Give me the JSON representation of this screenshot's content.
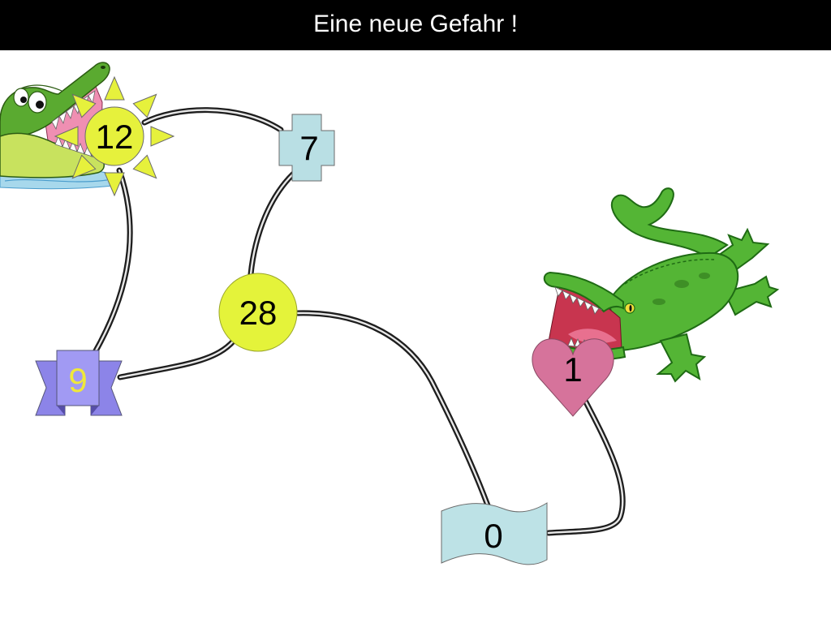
{
  "header": {
    "title": "Eine neue Gefahr !"
  },
  "nodes": {
    "sun": {
      "label": "12"
    },
    "cross": {
      "label": "7"
    },
    "circle": {
      "label": "28"
    },
    "ribbon": {
      "label": "9"
    },
    "heart": {
      "label": "1"
    },
    "flag": {
      "label": "0"
    }
  },
  "colors": {
    "header_background": "#000000",
    "title_text": "#ffffff",
    "sun_fill": "#e6f13c",
    "cross_fill": "#b9dfe4",
    "circle_fill": "#e4f33a",
    "ribbon_fill": "#a19af3",
    "ribbon_label": "#efe83a",
    "heart_fill": "#d6739b",
    "flag_fill": "#bde2e6",
    "rope": "#1e1e1e",
    "crocodile_green": "#5aaa30",
    "alligator_green": "#54b535"
  },
  "icons": {
    "top_left_picture": "crocodile-icon",
    "right_picture": "alligator-icon",
    "node_12_shape": "sun-icon",
    "node_7_shape": "cross-icon",
    "node_28_shape": "circle-icon",
    "node_9_shape": "ribbon-icon",
    "node_1_shape": "heart-icon",
    "node_0_shape": "flag-icon"
  }
}
